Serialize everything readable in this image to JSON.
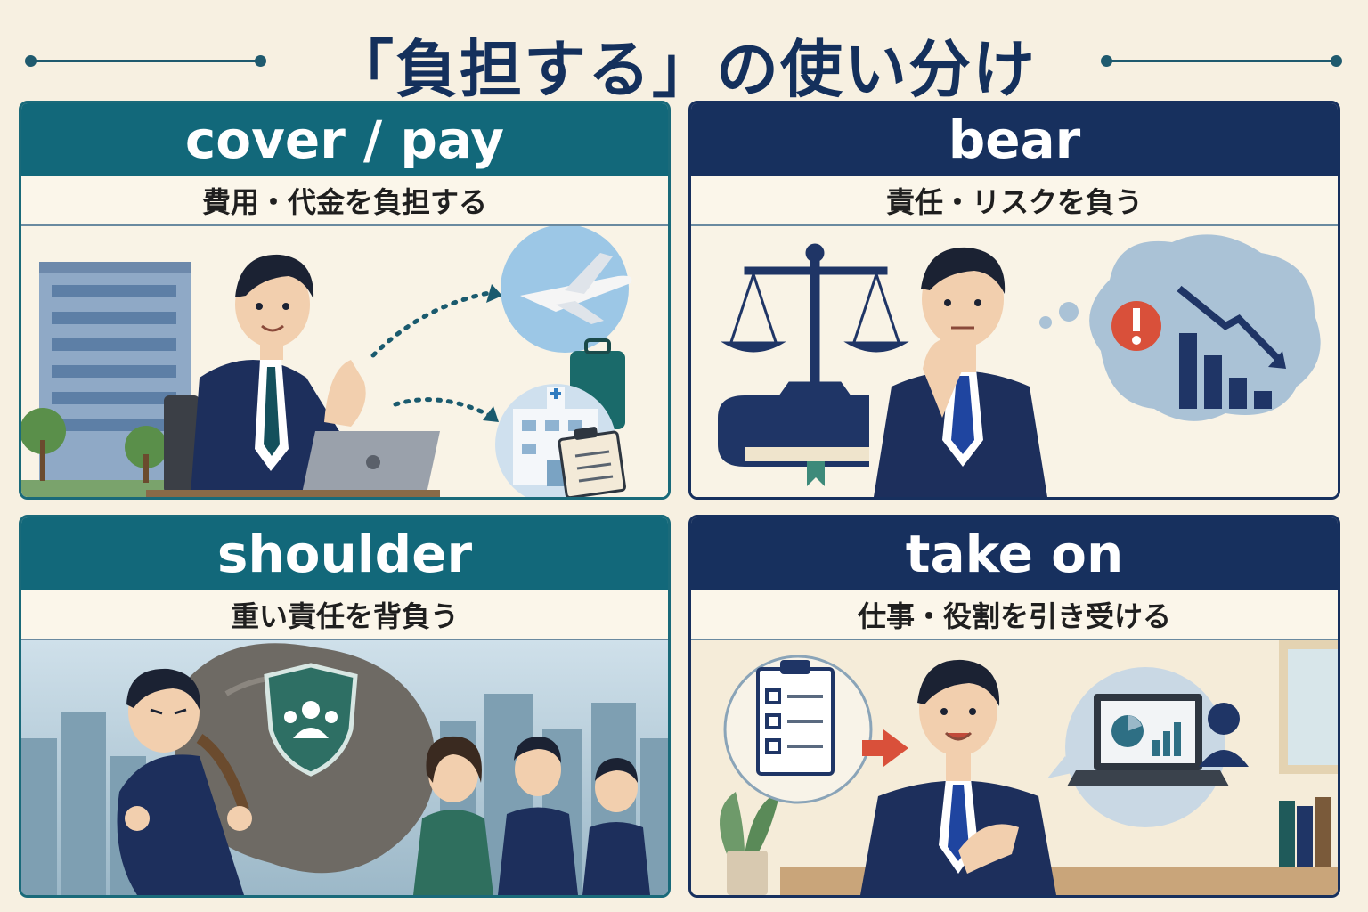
{
  "title": "「負担する」の使い分け",
  "panels": [
    {
      "heading": "cover / pay",
      "subtitle": "費用・代金を負担する"
    },
    {
      "heading": "bear",
      "subtitle": "責任・リスクを負う"
    },
    {
      "heading": "shoulder",
      "subtitle": "重い責任を背負う"
    },
    {
      "heading": "take on",
      "subtitle": "仕事・役割を引き受ける"
    }
  ],
  "colors": {
    "teal": "#12687a",
    "navy": "#17305e",
    "background": "#f7f0e1",
    "accent_red": "#d9503a"
  },
  "icons": [
    "office-building-icon",
    "airplane-icon",
    "suitcase-icon",
    "hospital-icon",
    "clipboard-icon",
    "scales-icon",
    "law-book-icon",
    "warning-icon",
    "decline-chart-icon",
    "boulder-icon",
    "shield-team-icon",
    "checklist-icon",
    "arrow-right-icon",
    "laptop-chart-icon",
    "person-icon",
    "plant-icon"
  ]
}
